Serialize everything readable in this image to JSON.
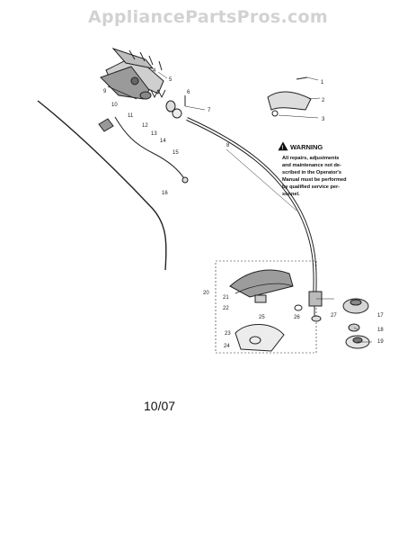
{
  "watermark": "AppliancePartsPros.com",
  "warning": {
    "title": "WARNING",
    "lines": [
      "All repairs, adjustments",
      "and maintenance not de-",
      "scribed in the Operator's",
      "Manual must be performed",
      "by qualified service per-",
      "sonnel."
    ]
  },
  "callouts": [
    "1",
    "2",
    "3",
    "4",
    "5",
    "6",
    "7",
    "8",
    "9",
    "10",
    "11",
    "12",
    "13",
    "14",
    "15",
    "16",
    "17",
    "18",
    "19",
    "20",
    "21",
    "22",
    "23",
    "24",
    "25",
    "26",
    "27"
  ],
  "footer": {
    "date": "10/07"
  }
}
